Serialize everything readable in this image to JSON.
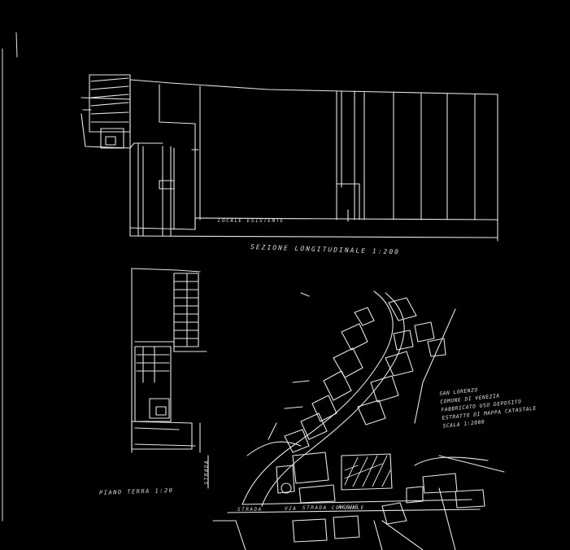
{
  "drawing": {
    "floor_plan_label": "PIANO TERRA 1:20",
    "section_title": "SEZIONE LONGITUDINALE 1:200",
    "section_floor_label": "LOCALE ESISTENTE",
    "site_note_lines": [
      "SAN LORENZO",
      "COMUNE DI VENEZIA",
      "FABBRICATO USO DEPOSITO",
      "ESTRATTO DI MAPPA CATASTALE",
      "SCALA 1:2000"
    ],
    "road_label_1": "STRADA",
    "road_label_2": "VIA",
    "road_label_3": "STRADA COMUNALE",
    "road_label_4": "ACQUE",
    "vertical_label": "STRADA"
  },
  "colors": {
    "background": "#000000",
    "ink": "#e8e8e8"
  }
}
